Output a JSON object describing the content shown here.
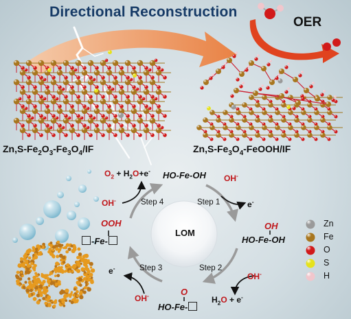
{
  "title": "Directional Reconstruction",
  "oer_label": "OER",
  "left_material": {
    "label_parts": [
      "Zn,S-Fe",
      "2",
      "O",
      "3",
      "-Fe",
      "3",
      "O",
      "4",
      "/IF"
    ]
  },
  "right_material": {
    "label_parts": [
      "Zn,S-Fe",
      "3",
      "O",
      "4",
      "-FeOOH/IF"
    ]
  },
  "cycle": {
    "center": "LOM",
    "steps": [
      "Step 1",
      "Step 2",
      "Step 3",
      "Step 4"
    ],
    "top_intermediate": "HO-Fe-OH",
    "right_intermediate": {
      "top": "OH",
      "bottom": "HO-Fe-OH"
    },
    "bottom_intermediate": {
      "top": "O",
      "bottom": "HO-Fe-"
    },
    "left_intermediate": {
      "top": "OOH",
      "bottom": "-Fe-"
    },
    "step1": {
      "in": "OH",
      "out": "e"
    },
    "step2": {
      "in": "OH",
      "out_h2o": "H",
      "out_o": "O",
      "out_rest": "+ e"
    },
    "step3": {
      "in": "OH",
      "out": "e"
    },
    "step4": {
      "in": "OH",
      "out_o2": "O",
      "out_rest": "+ H",
      "out_o": "O",
      "out_e": "+e"
    }
  },
  "legend": [
    {
      "element": "Zn",
      "color": "#9a9a9a"
    },
    {
      "element": "Fe",
      "color": "#a8761e"
    },
    {
      "element": "O",
      "color": "#d11a1a"
    },
    {
      "element": "S",
      "color": "#e6e21c"
    },
    {
      "element": "H",
      "color": "#f1c6cc"
    }
  ]
}
